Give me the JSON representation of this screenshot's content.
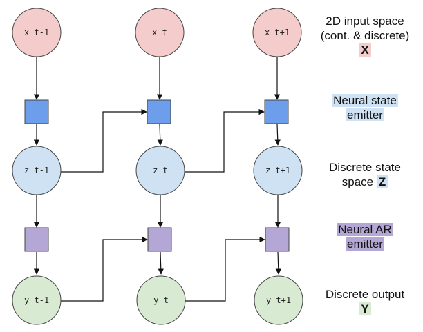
{
  "nodes": {
    "x_prev": "x t-1",
    "x_cur": "x t",
    "x_next": "x t+1",
    "z_prev": "z t-1",
    "z_cur": "z t",
    "z_next": "z t+1",
    "y_prev": "y t-1",
    "y_cur": "y t",
    "y_next": "y t+1"
  },
  "labels": {
    "input_space": {
      "line1": "2D input space",
      "line2": "(cont. & discrete)",
      "symbol": "X"
    },
    "state_emitter": {
      "line1": "Neural state",
      "line2": "emitter"
    },
    "state_space": {
      "line1": "Discrete state",
      "line2_prefix": "space",
      "symbol": "Z"
    },
    "ar_emitter": {
      "line1": "Neural AR",
      "line2": "emitter"
    },
    "output": {
      "line1": "Discrete output",
      "symbol": "Y"
    }
  },
  "colors": {
    "x_node": "#f4cccc",
    "z_node": "#cfe2f3",
    "y_node": "#d9ead3",
    "state_emitter_box": "#6d9eeb",
    "ar_emitter_box": "#b4a7d6",
    "state_label_highlight": "#cfe2f3",
    "ar_label_highlight": "#b4a7d6",
    "x_symbol_highlight": "#f4cccc",
    "z_symbol_highlight": "#cfe2f3",
    "y_symbol_highlight": "#d9ead3"
  }
}
